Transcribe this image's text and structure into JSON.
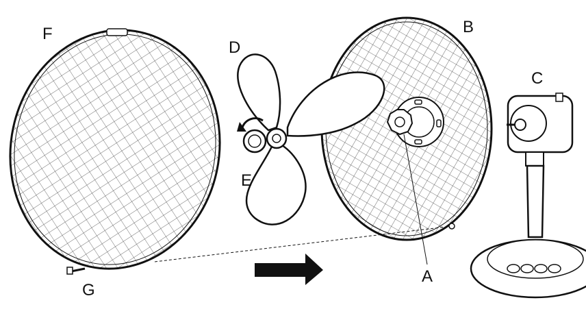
{
  "labels": {
    "a": "A",
    "b": "B",
    "c": "C",
    "d": "D",
    "e": "E",
    "f": "F",
    "g": "G"
  },
  "parts": {
    "front_grille": "F",
    "rear_grille": "B",
    "fan_blade": "D",
    "blade_cap": "E",
    "grille_nut": "A",
    "motor_and_stand": "C",
    "screw": "G"
  },
  "colors": {
    "line": "#111111",
    "mesh": "#333333",
    "background": "#ffffff"
  },
  "icons": {
    "arrow": "assembly-direction-arrow-icon",
    "rotate": "rotate-arrow-icon"
  }
}
